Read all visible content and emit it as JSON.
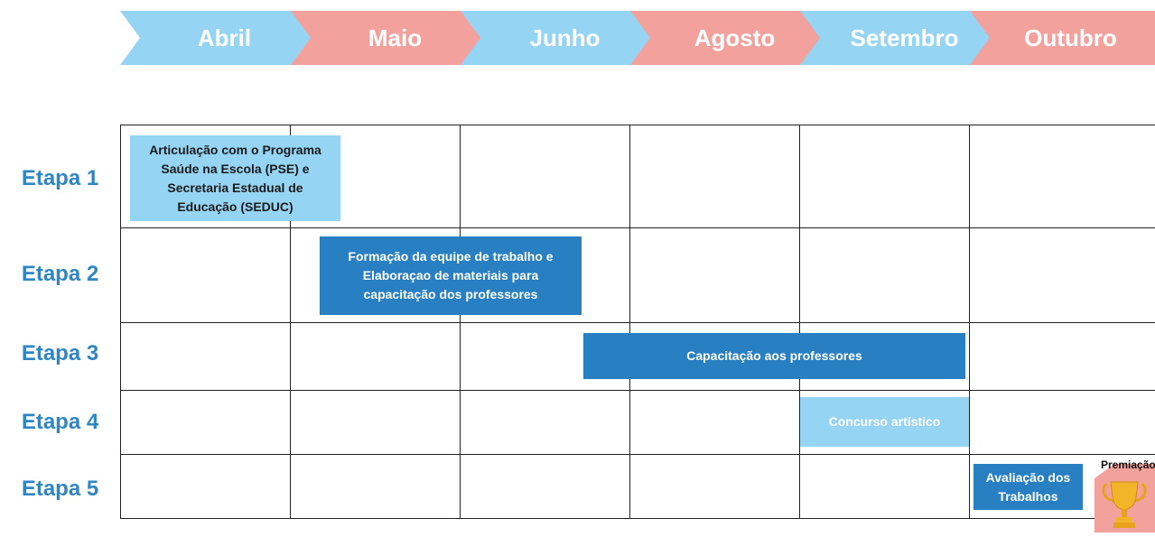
{
  "months": [
    {
      "label": "Abril",
      "color": "#96d4f3"
    },
    {
      "label": "Maio",
      "color": "#f3a19d"
    },
    {
      "label": "Junho",
      "color": "#96d4f3"
    },
    {
      "label": "Agosto",
      "color": "#f3a19d"
    },
    {
      "label": "Setembro",
      "color": "#96d4f3"
    },
    {
      "label": "Outubro",
      "color": "#f3a19d"
    }
  ],
  "stages": [
    "Etapa 1",
    "Etapa 2",
    "Etapa 3",
    "Etapa 4",
    "Etapa 5"
  ],
  "tasks": {
    "t1": "Articulação com o Programa Saúde na Escola (PSE) e Secretaria Estadual de Educação (SEDUC)",
    "t2": "Formação da equipe de trabalho e Elaboraçao de materiais para capacitação dos professores",
    "t3": "Capacitação aos professores",
    "t4": "Concurso artístico",
    "t5": "Avaliação dos Trabalhos"
  },
  "award": {
    "label": "Premiação",
    "icon": "trophy-icon"
  },
  "colors": {
    "stage_text": "#2e86c4",
    "light_box": "#96d4f3",
    "dark_box": "#2880c2",
    "pink": "#f3a19d"
  }
}
